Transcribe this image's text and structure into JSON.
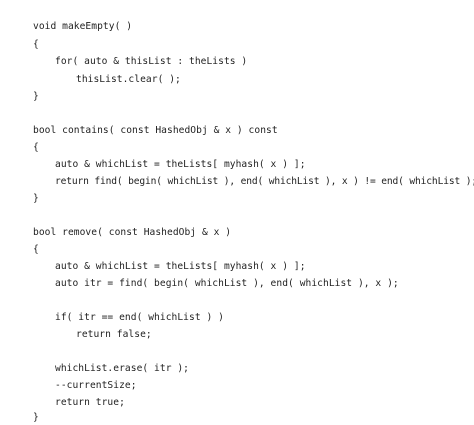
{
  "code": {
    "lines": [
      "void makeEmpty( )",
      "{",
      "for( auto & thisList : theLists )",
      "thisList.clear( );",
      "}",
      "bool contains( const HashedObj & x ) const",
      "{",
      "auto & whichList = theLists[ myhash( x ) ];",
      "return find( begin( whichList ), end( whichList ), x ) != end( whichList );",
      "}",
      "bool remove( const HashedObj & x )",
      "{",
      "auto & whichList = theLists[ myhash( x ) ];",
      "auto itr = find( begin( whichList ), end( whichList ), x );",
      "if( itr == end( whichList ) )",
      "return false;",
      "whichList.erase( itr );",
      "--currentSize;",
      "return true;",
      "}"
    ]
  }
}
